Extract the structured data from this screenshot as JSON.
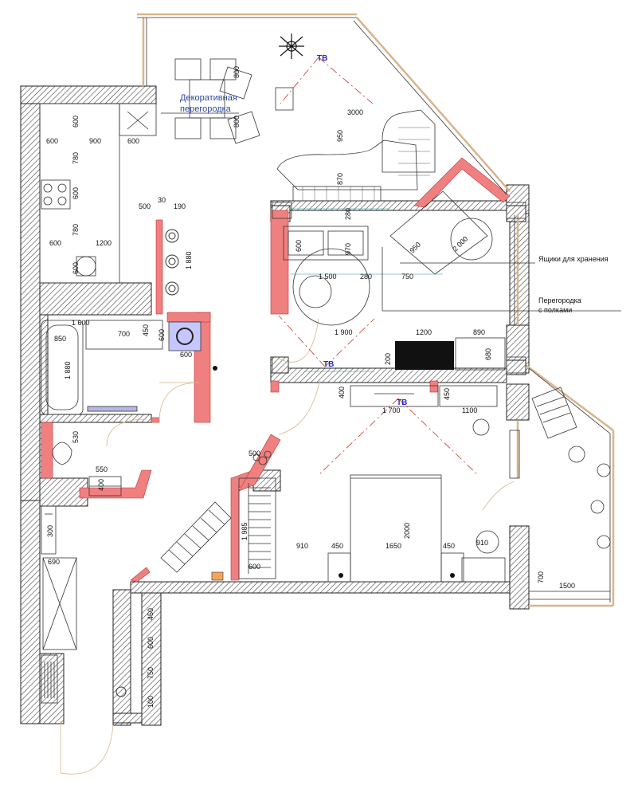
{
  "annotations": {
    "partition_title_line1": "Декоративная",
    "partition_title_line2": "перегородка",
    "storage_boxes": "Ящики для хранения",
    "shelf_partition_line1": "Перегородка",
    "shelf_partition_line2": "с полками"
  },
  "tv_labels": [
    "ТВ",
    "ТВ",
    "ТВ"
  ],
  "dimensions": {
    "dining": [
      "800",
      "800",
      "600"
    ],
    "kitchen_top": [
      "600",
      "600",
      "900",
      "600",
      "780",
      "600",
      "780",
      "600",
      "1200",
      "600"
    ],
    "hall_top": [
      "500",
      "30",
      "190",
      "1 880"
    ],
    "bath": [
      "1 600",
      "850",
      "700",
      "450",
      "600",
      "600",
      "1 880",
      "530",
      "550",
      "400",
      "300",
      "690"
    ],
    "living": [
      "3000",
      "950",
      "870",
      "280",
      "600",
      "970",
      "950",
      "2 000",
      "1 500",
      "280",
      "750",
      "1 900",
      "1200",
      "890",
      "200",
      "680"
    ],
    "bedroom": [
      "400",
      "450",
      "1 700",
      "1100",
      "500",
      "1 985",
      "600",
      "910",
      "450",
      "1650",
      "2000",
      "450",
      "910",
      "700",
      "1500"
    ],
    "entry": [
      "450",
      "600",
      "750",
      "100"
    ]
  },
  "colors": {
    "wall_hatch": "#444444",
    "new_partition": "#f08080",
    "tv_label": "#2b2bb8",
    "window": "#d9b48a",
    "title": "#2b4a9a"
  }
}
